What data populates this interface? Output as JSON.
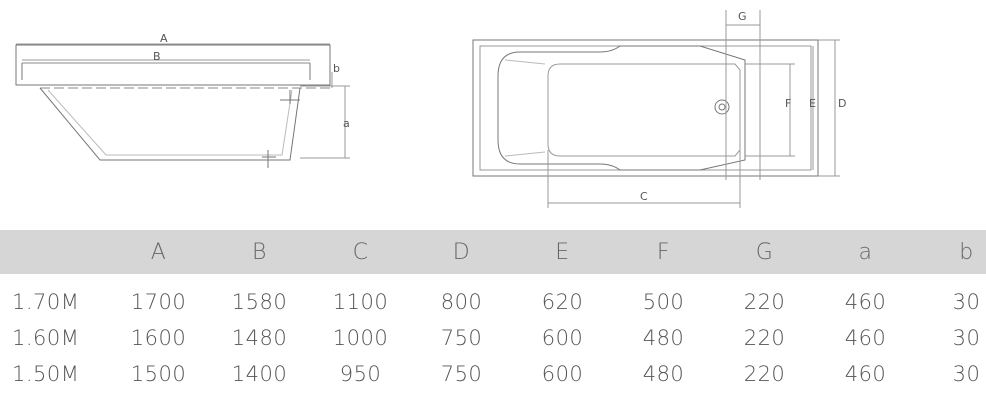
{
  "side_view": {
    "labels": {
      "A": "A",
      "B": "B",
      "a": "a",
      "b": "b"
    }
  },
  "top_view": {
    "labels": {
      "G": "G",
      "F": "F",
      "E": "E",
      "D": "D",
      "C": "C"
    }
  },
  "table": {
    "headers": [
      "",
      "A",
      "B",
      "C",
      "D",
      "E",
      "F",
      "G",
      "a",
      "b"
    ],
    "rows": [
      [
        "1.70M",
        "1700",
        "1580",
        "1100",
        "800",
        "620",
        "500",
        "220",
        "460",
        "30"
      ],
      [
        "1.60M",
        "1600",
        "1480",
        "1000",
        "750",
        "600",
        "480",
        "220",
        "460",
        "30"
      ],
      [
        "1.50M",
        "1500",
        "1400",
        "950",
        "750",
        "600",
        "480",
        "220",
        "460",
        "30"
      ]
    ]
  },
  "colors": {
    "header_bg": "#d6d6d6",
    "line": "#777777",
    "text": "#555555"
  }
}
